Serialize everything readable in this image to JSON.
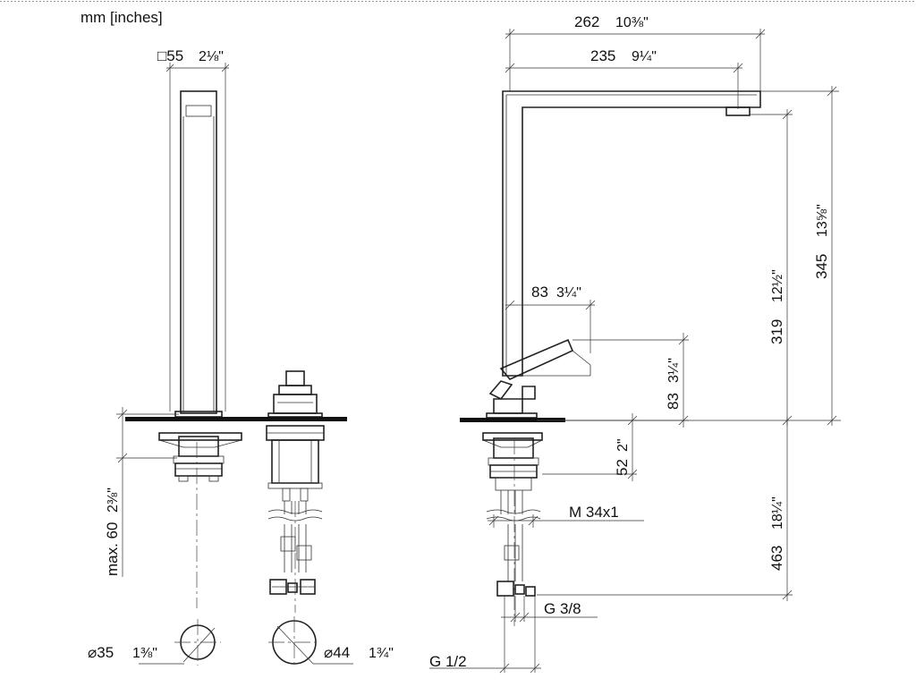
{
  "units_label": "mm [inches]",
  "dimensions": {
    "spout_square": {
      "mm": "□55",
      "inch": "2⅛\""
    },
    "overall_reach": {
      "mm": "262",
      "inch": "10⅜\""
    },
    "spout_reach": {
      "mm": "235",
      "inch": "9¼\""
    },
    "lever_reach": {
      "mm": "83",
      "inch": "3¼\""
    },
    "lever_height": {
      "mm": "83",
      "inch": "3¼\""
    },
    "overall_height": {
      "mm": "345",
      "inch": "13⅝\""
    },
    "spout_height": {
      "mm": "319",
      "inch": "12½\""
    },
    "shank_length": {
      "mm": "52",
      "inch": "2\""
    },
    "below_deck": {
      "mm": "463",
      "inch": "18¼\""
    },
    "max_deck": {
      "mm": "max. 60",
      "inch": "2⅜\""
    },
    "hole_spout": {
      "mm": "⌀35",
      "inch": "1⅜\""
    },
    "hole_mixer": {
      "mm": "⌀44",
      "inch": "1¾\""
    }
  },
  "threads": {
    "mount": "M 34x1",
    "hose": "G 3/8",
    "supply": "G 1/2"
  }
}
